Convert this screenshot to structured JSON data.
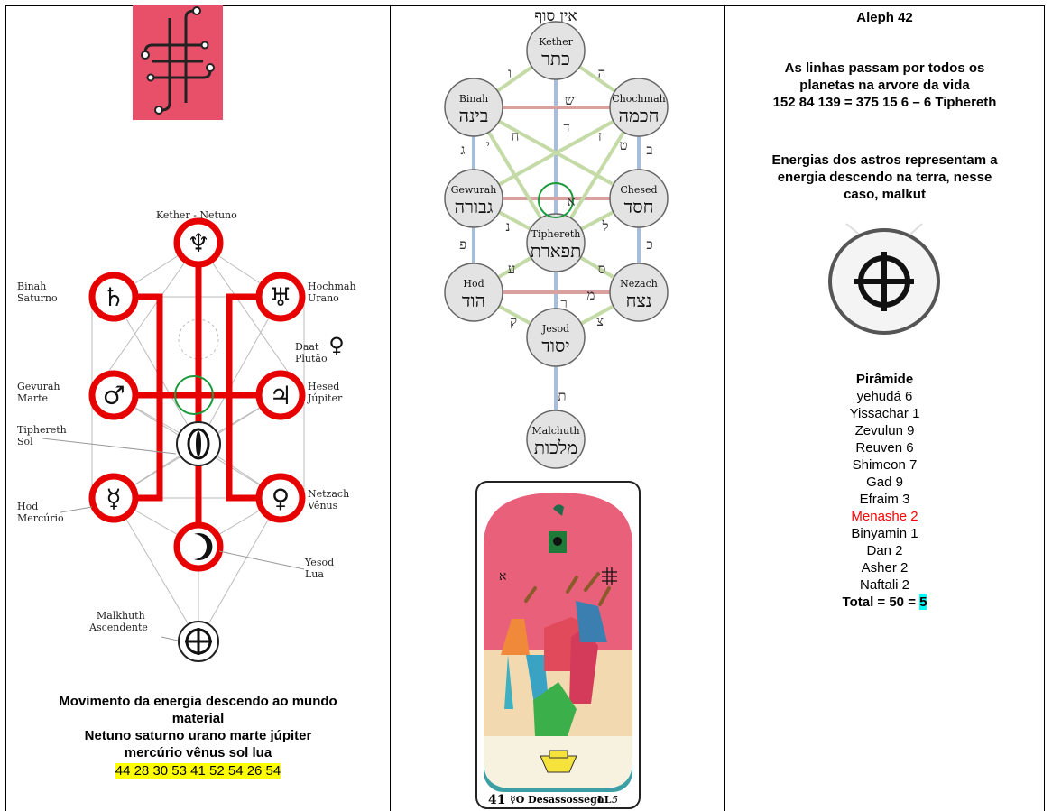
{
  "left": {
    "tree_labels": {
      "kether": "Kether - Netuno",
      "binah_1": "Binah",
      "binah_2": "Saturno",
      "hochmah_1": "Hochmah",
      "hochmah_2": "Urano",
      "daat_1": "Daat",
      "daat_2": "Plutão",
      "gevurah_1": "Gevurah",
      "gevurah_2": "Marte",
      "hesed_1": "Hesed",
      "hesed_2": "Júpiter",
      "tiphereth_1": "Tiphereth",
      "tiphereth_2": "Sol",
      "hod_1": "Hod",
      "hod_2": "Mercúrio",
      "netzach_1": "Netzach",
      "netzach_2": "Vênus",
      "yesod_1": "Yesod",
      "yesod_2": "Lua",
      "malkhuth_1": "Malkhuth",
      "malkhuth_2": "Ascendente"
    },
    "symbols": {
      "neptune": "♆",
      "saturn": "♄",
      "uranus": "♅",
      "pluto": "♀",
      "mars": "♂",
      "jupiter": "♃",
      "mercury": "☿",
      "venus": "♀"
    },
    "caption_line1": "Movimento da energia descendo ao mundo",
    "caption_line2": "material",
    "caption_line3": "Netuno saturno urano marte júpiter",
    "caption_line4": "mercúrio vênus sol lua",
    "numbers": "44  28 30 53 41 52 54 26 54"
  },
  "middle": {
    "top_title": "אין סוף",
    "sephiroth": {
      "kether_en": "Kether",
      "kether_he": "כתר",
      "binah_en": "Binah",
      "binah_he": "בינה",
      "chochmah_en": "Chochmah",
      "chochmah_he": "חכמה",
      "gewurah_en": "Gewurah",
      "gewurah_he": "גבורה",
      "chesed_en": "Chesed",
      "chesed_he": "חסד",
      "tiphereth_en": "Tiphereth",
      "tiphereth_he": "תפארת",
      "hod_en": "Hod",
      "hod_he": "הוד",
      "nezach_en": "Nezach",
      "nezach_he": "נצח",
      "jesod_en": "Jesod",
      "jesod_he": "יסוד",
      "malchuth_en": "Malchuth",
      "malchuth_he": "מלכות"
    },
    "path_letters": {
      "vav": "ו",
      "he": "ה",
      "shin": "ש",
      "dalet": "ד",
      "chet": "ח",
      "zayin": "ז",
      "yod": "י",
      "tet": "ט",
      "gimel": "ג",
      "bet": "ב",
      "aleph": "א",
      "nun": "נ",
      "lamed": "ל",
      "pe": "פ",
      "kaf": "כ",
      "ayin": "ע",
      "samekh": "ס",
      "mem": "מ",
      "resh": "ר",
      "qof": "ק",
      "tsadi": "צ",
      "tav": "ת"
    },
    "card": {
      "aleph": "א",
      "number": "41",
      "title": "☿O Desassossego",
      "suffix": "LL",
      "suffix_num": "5"
    }
  },
  "right": {
    "title": "Aleph 42",
    "para1_line1": "As linhas passam por todos os",
    "para1_line2": "planetas na arvore da vida",
    "para1_line3": "152 84 139 = 375 15 6 – 6 Tiphereth",
    "para2_line1": "Energias dos astros representam a",
    "para2_line2": "energia descendo na terra, nesse",
    "para2_line3": "caso, malkut",
    "pyramid_title": "Pirâmide",
    "tribes": [
      {
        "text": "yehudá 6",
        "red": false
      },
      {
        "text": "Yissachar 1",
        "red": false
      },
      {
        "text": "Zevulun 9",
        "red": false
      },
      {
        "text": "Reuven 6",
        "red": false
      },
      {
        "text": "Shimeon 7",
        "red": false
      },
      {
        "text": "Gad 9",
        "red": false
      },
      {
        "text": "Efraim 3",
        "red": false
      },
      {
        "text": "Menashe 2",
        "red": true
      },
      {
        "text": "Binyamin 1",
        "red": false
      },
      {
        "text": "Dan 2",
        "red": false
      },
      {
        "text": "Asher 2",
        "red": false
      },
      {
        "text": "Naftali 2",
        "red": false
      }
    ],
    "total_prefix": "Total = 50 = ",
    "total_value": "5"
  },
  "colors": {
    "red": "#e60000",
    "green": "#1a9a3a",
    "sigil_bg": "#e8506a",
    "yellow": "#ffff00",
    "cyan": "#00ffff"
  }
}
